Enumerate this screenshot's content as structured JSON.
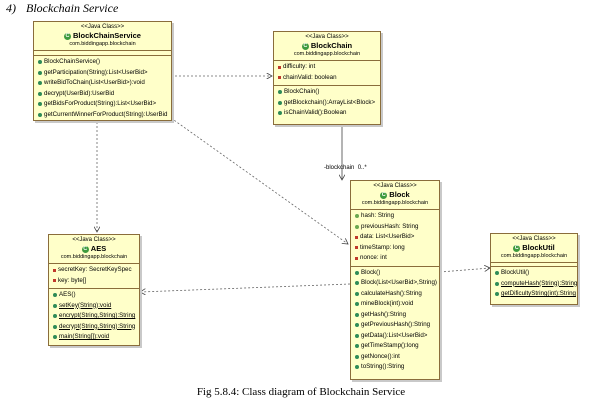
{
  "heading": {
    "number": "4)",
    "title": "Blockchain Service"
  },
  "caption": "Fig 5.8.4: Class diagram of Blockchain Service",
  "stereotype": "<<Java Class>>",
  "classes": {
    "service": {
      "name": "BlockChainService",
      "pkg": "com.biddingapp.blockchain",
      "methods": [
        "BlockChainService()",
        "getParticipation(String):List<UserBid>",
        "writeBidToChain(List<UserBid>):void",
        "decrypt(UserBid):UserBid",
        "getBidsForProduct(String):List<UserBid>",
        "getCurrentWinnerForProduct(String):UserBid"
      ]
    },
    "chain": {
      "name": "BlockChain",
      "pkg": "com.biddingapp.blockchain",
      "fields": [
        "difficulty: int",
        "chainValid: boolean"
      ],
      "methods": [
        "BlockChain()",
        "getBlockchain():ArrayList<Block>",
        "isChainValid():Boolean"
      ]
    },
    "aes": {
      "name": "AES",
      "pkg": "com.biddingapp.blockchain",
      "fields": [
        "secretKey: SecretKeySpec",
        "key: byte[]"
      ],
      "methods": [
        "AES()",
        "setKey(String):void",
        "encrypt(String,String):String",
        "decrypt(String,String):String",
        "main(String[]):void"
      ]
    },
    "block": {
      "name": "Block",
      "pkg": "com.biddingapp.blockchain",
      "fields": [
        "hash: String",
        "previousHash: String",
        "data: List<UserBid>",
        "timeStamp: long",
        "nonce: int"
      ],
      "methods": [
        "Block()",
        "Block(List<UserBid>,String)",
        "calculateHash():String",
        "mineBlock(int):void",
        "getHash():String",
        "getPreviousHash():String",
        "getData():List<UserBid>",
        "getTimeStamp():long",
        "getNonce():int",
        "toString():String"
      ]
    },
    "util": {
      "name": "BlockUtil",
      "pkg": "com.biddingapp.blockchain",
      "methods": [
        "BlockUtil()",
        "computeHash(String):String",
        "getDificultyString(int):String"
      ]
    }
  },
  "assoc_label": {
    "role": "-blockchain",
    "mult": "0..*"
  },
  "colors": {
    "box_fill": "#ffffc9",
    "box_border": "#8a6d3b",
    "class_icon": "#3e9a3e"
  }
}
